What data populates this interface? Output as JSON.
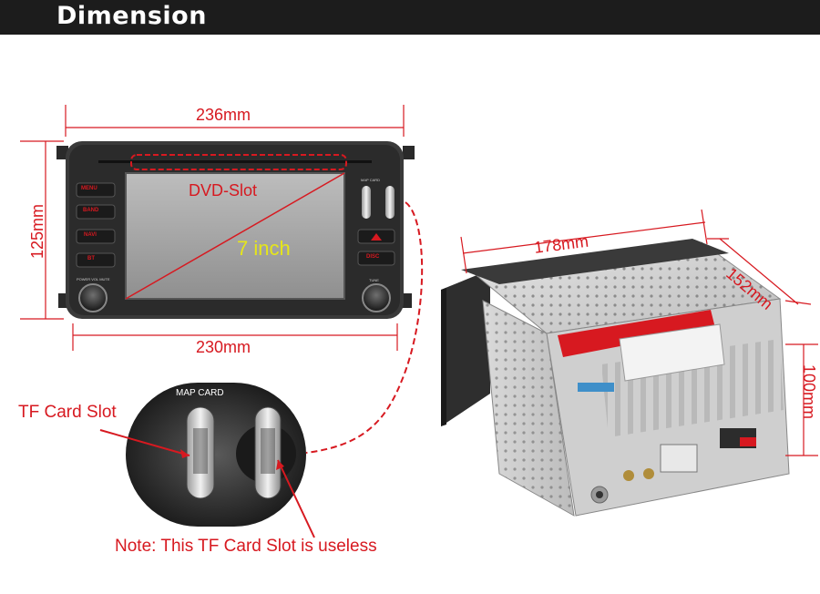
{
  "header": {
    "title": "Dimension"
  },
  "front_view": {
    "width_top": "236mm",
    "height": "125mm",
    "width_bottom": "230mm",
    "dvd_slot_label": "DVD-Slot",
    "screen_size_label": "7 inch",
    "buttons": [
      "MENU",
      "BAND",
      "NAVI",
      "BT",
      "DISC"
    ],
    "map_card_label": "MAP CARD",
    "knob_left_label": "POWER VOL MUTE",
    "knob_right_label": "TUNE"
  },
  "side_view": {
    "width": "178mm",
    "depth": "152mm",
    "height": "100mm"
  },
  "zoom_detail": {
    "map_card_label": "MAP CARD",
    "tf_card_label": "TF Card Slot",
    "note": "Note: This TF Card Slot is useless"
  },
  "colors": {
    "accent_red": "#d71920",
    "header_bg": "#1c1c1c",
    "screen_yellow": "#e6e619"
  }
}
